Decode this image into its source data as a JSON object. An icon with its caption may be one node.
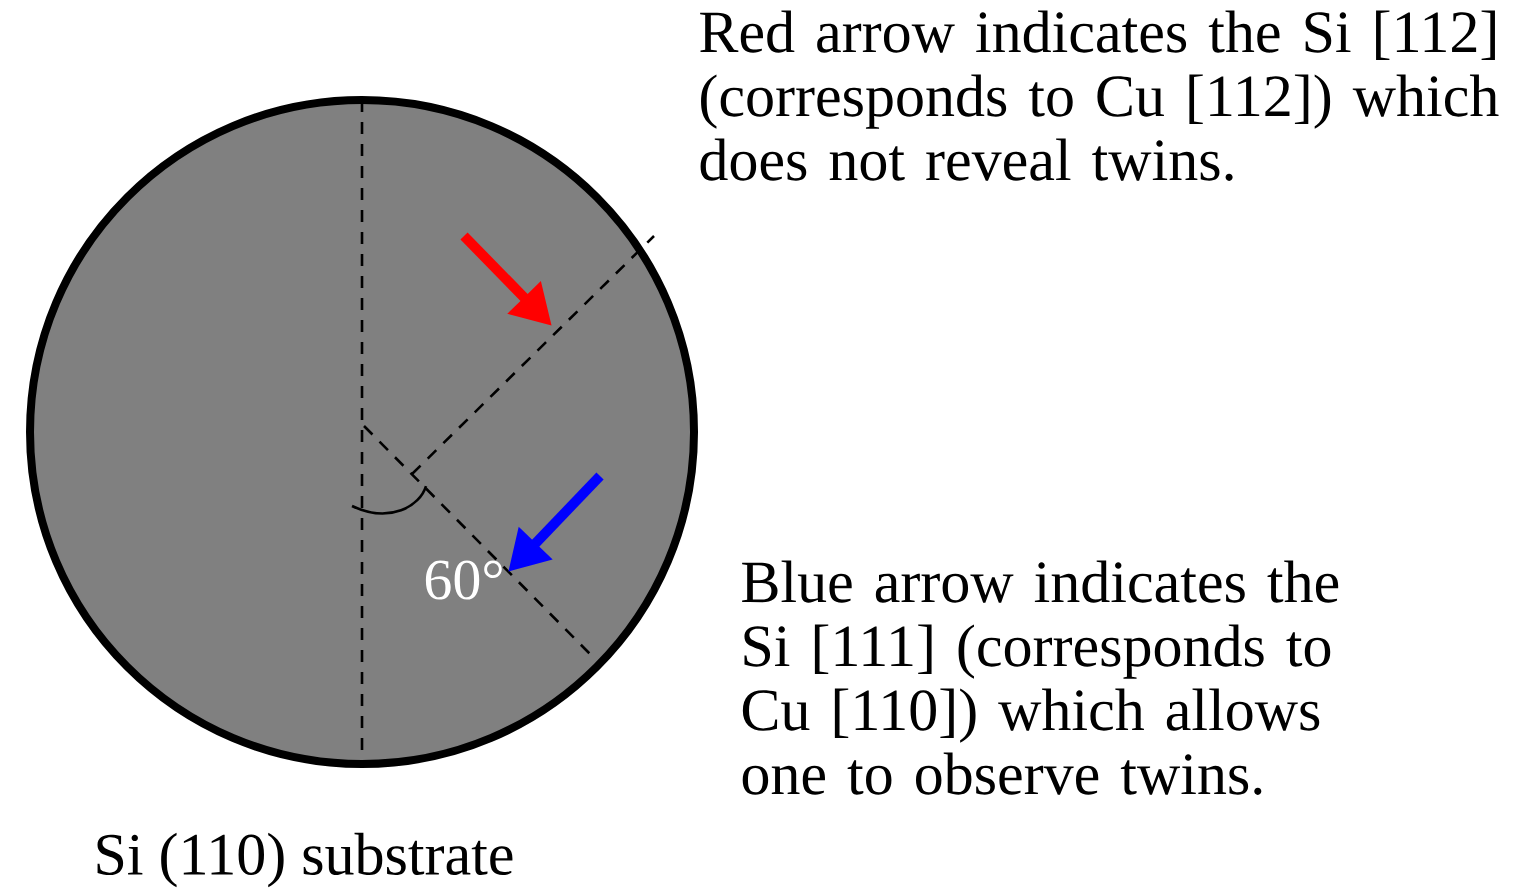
{
  "diagram": {
    "nodes": [
      {
        "text": [
          "60°"
        ],
        "beside": [
          "Si (110) substrate"
        ]
      }
    ],
    "labels": [
      "Red arrow indicates the Si [112] (corresponds to Cu [112]) which does not reveal twins.",
      "Blue arrow indicates the Si [111] (corresponds to Cu [110]) which allows one to observe twins."
    ]
  }
}
